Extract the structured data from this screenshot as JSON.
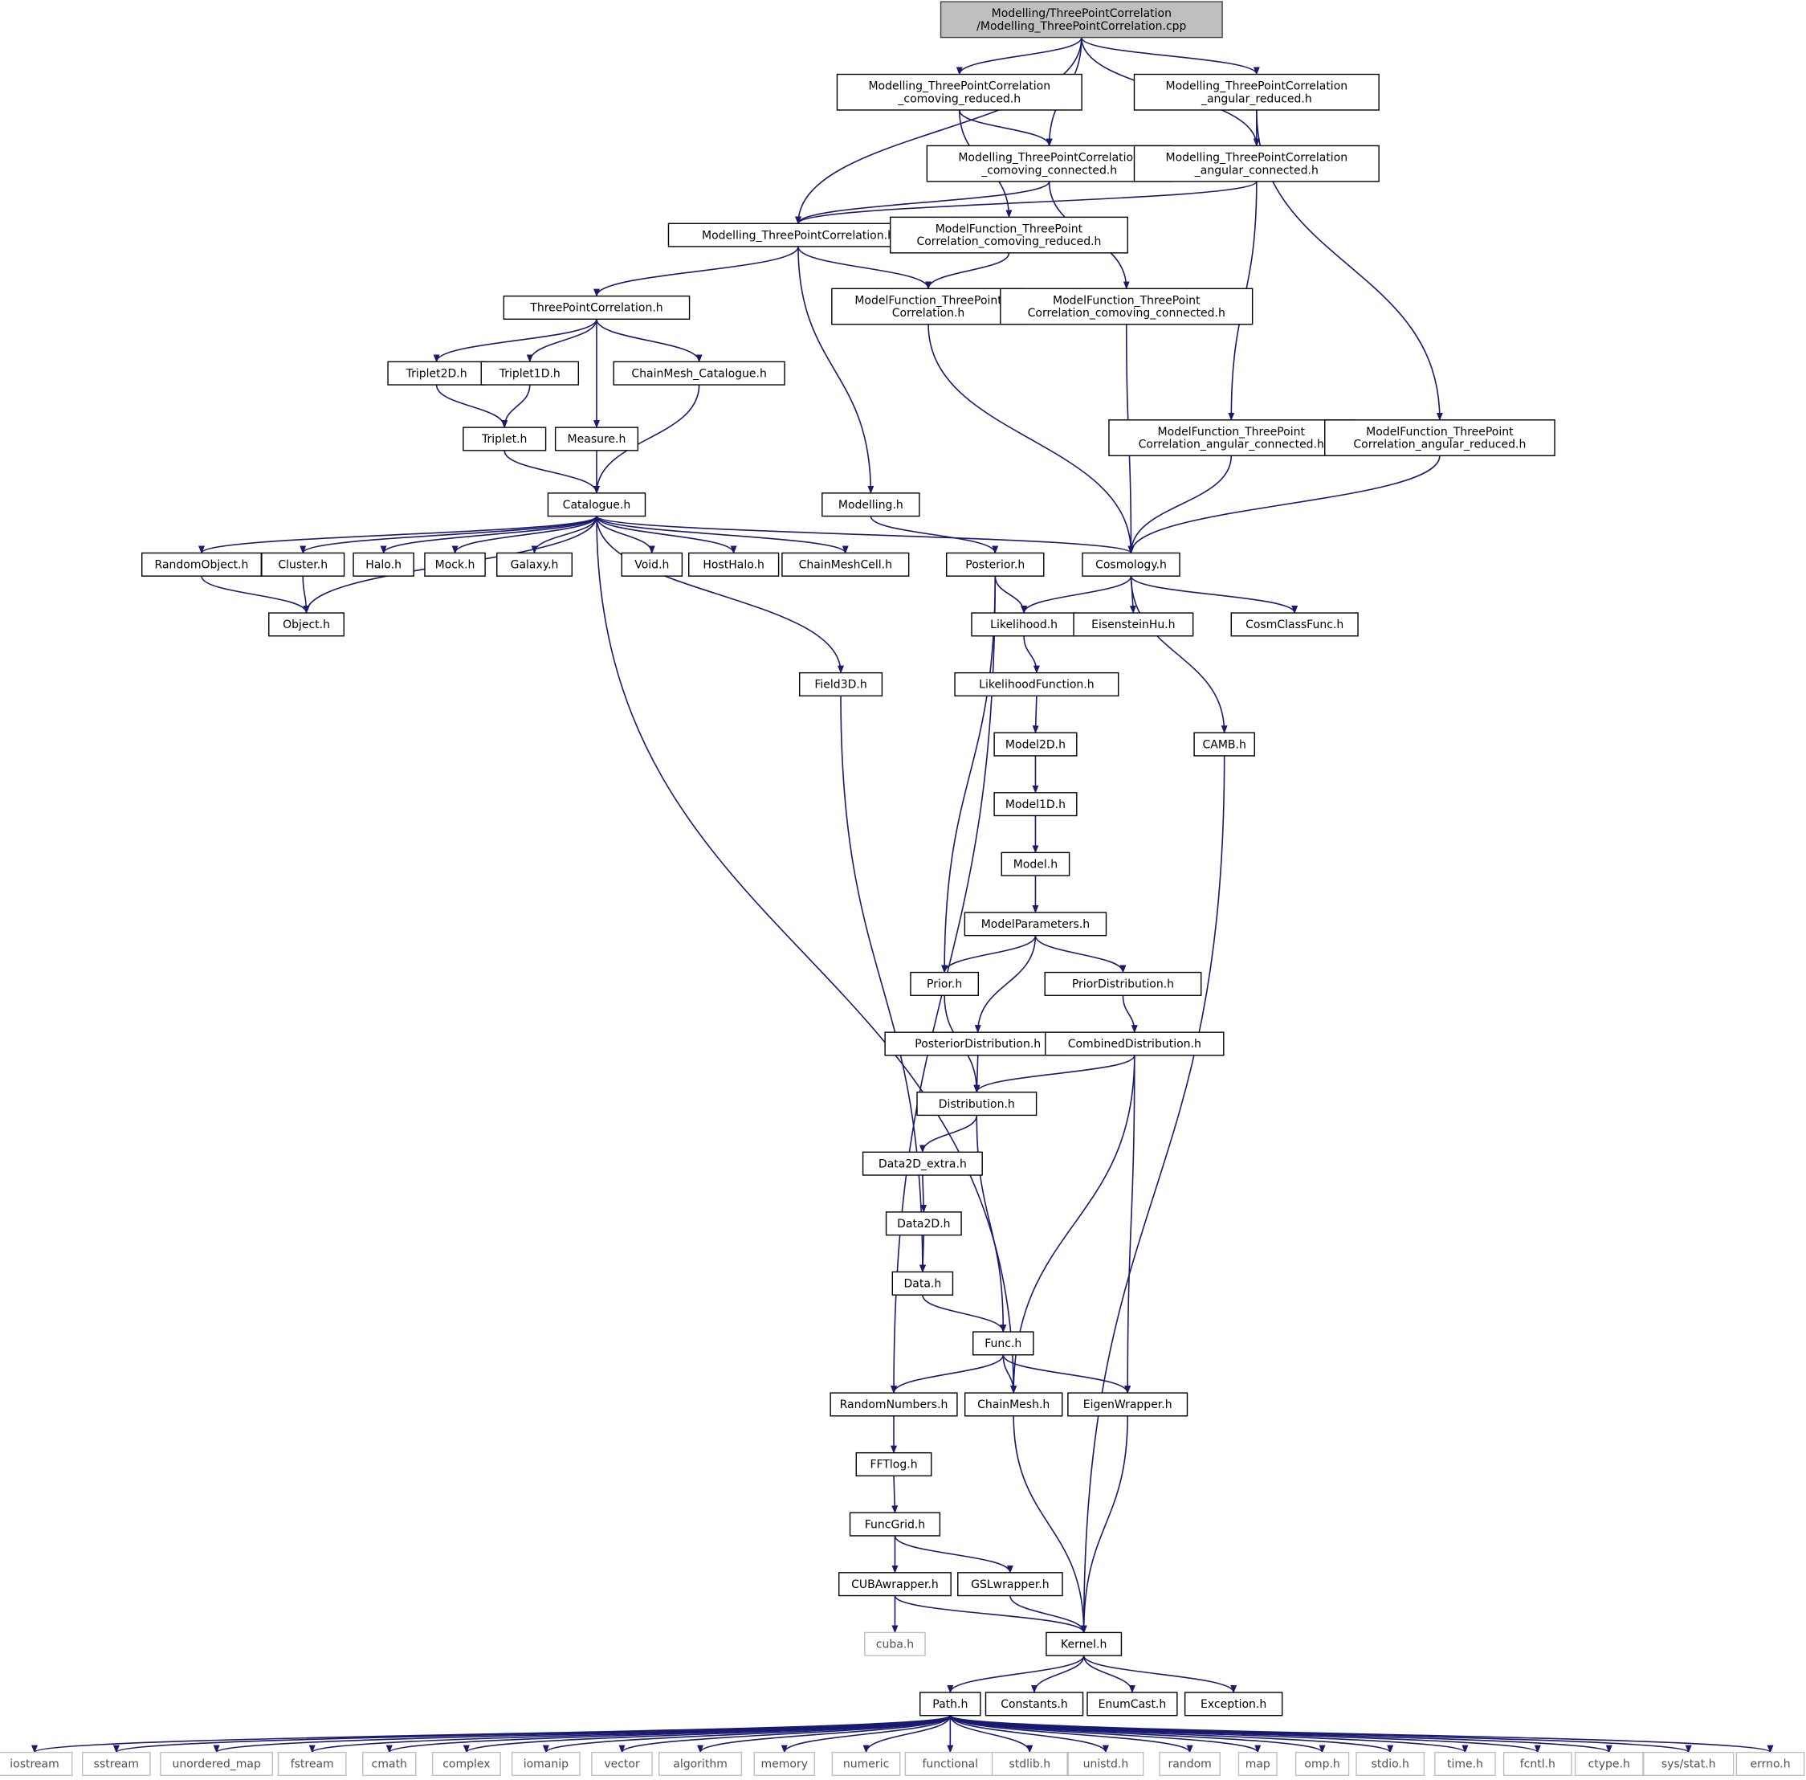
{
  "diagram": {
    "root": "root",
    "nodes": [
      {
        "id": "root",
        "lines": [
          "Modelling/ThreePointCorrelation",
          "/Modelling_ThreePointCorrelation.cpp"
        ]
      },
      {
        "id": "crh",
        "lines": [
          "Modelling_ThreePointCorrelation",
          "_comoving_reduced.h"
        ]
      },
      {
        "id": "arh",
        "lines": [
          "Modelling_ThreePointCorrelation",
          "_angular_reduced.h"
        ]
      },
      {
        "id": "cch",
        "lines": [
          "Modelling_ThreePointCorrelation",
          "_comoving_connected.h"
        ]
      },
      {
        "id": "ach",
        "lines": [
          "Modelling_ThreePointCorrelation",
          "_angular_connected.h"
        ]
      },
      {
        "id": "m3h",
        "lines": [
          "Modelling_ThreePointCorrelation.h"
        ]
      },
      {
        "id": "mfcr",
        "lines": [
          "ModelFunction_ThreePoint",
          "Correlation_comoving_reduced.h"
        ]
      },
      {
        "id": "mf",
        "lines": [
          "ModelFunction_ThreePoint",
          "Correlation.h"
        ]
      },
      {
        "id": "mfcc",
        "lines": [
          "ModelFunction_ThreePoint",
          "Correlation_comoving_connected.h"
        ]
      },
      {
        "id": "tpc",
        "lines": [
          "ThreePointCorrelation.h"
        ]
      },
      {
        "id": "t2d",
        "lines": [
          "Triplet2D.h"
        ]
      },
      {
        "id": "t1d",
        "lines": [
          "Triplet1D.h"
        ]
      },
      {
        "id": "cmc",
        "lines": [
          "ChainMesh_Catalogue.h"
        ]
      },
      {
        "id": "trip",
        "lines": [
          "Triplet.h"
        ]
      },
      {
        "id": "meas",
        "lines": [
          "Measure.h"
        ]
      },
      {
        "id": "mfac",
        "lines": [
          "ModelFunction_ThreePoint",
          "Correlation_angular_connected.h"
        ]
      },
      {
        "id": "mfar",
        "lines": [
          "ModelFunction_ThreePoint",
          "Correlation_angular_reduced.h"
        ]
      },
      {
        "id": "cat",
        "lines": [
          "Catalogue.h"
        ]
      },
      {
        "id": "modl",
        "lines": [
          "Modelling.h"
        ]
      },
      {
        "id": "ro",
        "lines": [
          "RandomObject.h"
        ]
      },
      {
        "id": "clu",
        "lines": [
          "Cluster.h"
        ]
      },
      {
        "id": "halo",
        "lines": [
          "Halo.h"
        ]
      },
      {
        "id": "mock",
        "lines": [
          "Mock.h"
        ]
      },
      {
        "id": "gal",
        "lines": [
          "Galaxy.h"
        ]
      },
      {
        "id": "void",
        "lines": [
          "Void.h"
        ]
      },
      {
        "id": "hh",
        "lines": [
          "HostHalo.h"
        ]
      },
      {
        "id": "cmcell",
        "lines": [
          "ChainMeshCell.h"
        ]
      },
      {
        "id": "post",
        "lines": [
          "Posterior.h"
        ]
      },
      {
        "id": "cosm",
        "lines": [
          "Cosmology.h"
        ]
      },
      {
        "id": "obj",
        "lines": [
          "Object.h"
        ]
      },
      {
        "id": "lik",
        "lines": [
          "Likelihood.h"
        ]
      },
      {
        "id": "eh",
        "lines": [
          "EisensteinHu.h"
        ]
      },
      {
        "id": "ccf",
        "lines": [
          "CosmClassFunc.h"
        ]
      },
      {
        "id": "f3d",
        "lines": [
          "Field3D.h"
        ]
      },
      {
        "id": "likf",
        "lines": [
          "LikelihoodFunction.h"
        ]
      },
      {
        "id": "m2d",
        "lines": [
          "Model2D.h"
        ]
      },
      {
        "id": "camb",
        "lines": [
          "CAMB.h"
        ]
      },
      {
        "id": "m1d",
        "lines": [
          "Model1D.h"
        ]
      },
      {
        "id": "model",
        "lines": [
          "Model.h"
        ]
      },
      {
        "id": "mpar",
        "lines": [
          "ModelParameters.h"
        ]
      },
      {
        "id": "prior",
        "lines": [
          "Prior.h"
        ]
      },
      {
        "id": "pdist",
        "lines": [
          "PriorDistribution.h"
        ]
      },
      {
        "id": "postd",
        "lines": [
          "PosteriorDistribution.h"
        ]
      },
      {
        "id": "comb",
        "lines": [
          "CombinedDistribution.h"
        ]
      },
      {
        "id": "dist",
        "lines": [
          "Distribution.h"
        ]
      },
      {
        "id": "d2dx",
        "lines": [
          "Data2D_extra.h"
        ]
      },
      {
        "id": "d2d",
        "lines": [
          "Data2D.h"
        ]
      },
      {
        "id": "data",
        "lines": [
          "Data.h"
        ]
      },
      {
        "id": "func",
        "lines": [
          "Func.h"
        ]
      },
      {
        "id": "rn",
        "lines": [
          "RandomNumbers.h"
        ]
      },
      {
        "id": "cm",
        "lines": [
          "ChainMesh.h"
        ]
      },
      {
        "id": "eig",
        "lines": [
          "EigenWrapper.h"
        ]
      },
      {
        "id": "fft",
        "lines": [
          "FFTlog.h"
        ]
      },
      {
        "id": "fg",
        "lines": [
          "FuncGrid.h"
        ]
      },
      {
        "id": "cuba",
        "lines": [
          "CUBAwrapper.h"
        ]
      },
      {
        "id": "gsl",
        "lines": [
          "GSLwrapper.h"
        ]
      },
      {
        "id": "cubah",
        "lines": [
          "cuba.h"
        ],
        "external": true
      },
      {
        "id": "kern",
        "lines": [
          "Kernel.h"
        ]
      },
      {
        "id": "path",
        "lines": [
          "Path.h"
        ]
      },
      {
        "id": "const",
        "lines": [
          "Constants.h"
        ]
      },
      {
        "id": "ec",
        "lines": [
          "EnumCast.h"
        ]
      },
      {
        "id": "exc",
        "lines": [
          "Exception.h"
        ]
      },
      {
        "id": "iostream",
        "lines": [
          "iostream"
        ],
        "external": true
      },
      {
        "id": "sstream",
        "lines": [
          "sstream"
        ],
        "external": true
      },
      {
        "id": "umap",
        "lines": [
          "unordered_map"
        ],
        "external": true
      },
      {
        "id": "fstream",
        "lines": [
          "fstream"
        ],
        "external": true
      },
      {
        "id": "cmath",
        "lines": [
          "cmath"
        ],
        "external": true
      },
      {
        "id": "complex",
        "lines": [
          "complex"
        ],
        "external": true
      },
      {
        "id": "iomanip",
        "lines": [
          "iomanip"
        ],
        "external": true
      },
      {
        "id": "vector",
        "lines": [
          "vector"
        ],
        "external": true
      },
      {
        "id": "algorithm",
        "lines": [
          "algorithm"
        ],
        "external": true
      },
      {
        "id": "memory",
        "lines": [
          "memory"
        ],
        "external": true
      },
      {
        "id": "numeric",
        "lines": [
          "numeric"
        ],
        "external": true
      },
      {
        "id": "functional",
        "lines": [
          "functional"
        ],
        "external": true
      },
      {
        "id": "stdlib",
        "lines": [
          "stdlib.h"
        ],
        "external": true
      },
      {
        "id": "unistd",
        "lines": [
          "unistd.h"
        ],
        "external": true
      },
      {
        "id": "random",
        "lines": [
          "random"
        ],
        "external": true
      },
      {
        "id": "map",
        "lines": [
          "map"
        ],
        "external": true
      },
      {
        "id": "omp",
        "lines": [
          "omp.h"
        ],
        "external": true
      },
      {
        "id": "stdio",
        "lines": [
          "stdio.h"
        ],
        "external": true
      },
      {
        "id": "time",
        "lines": [
          "time.h"
        ],
        "external": true
      },
      {
        "id": "fcntl",
        "lines": [
          "fcntl.h"
        ],
        "external": true
      },
      {
        "id": "ctype",
        "lines": [
          "ctype.h"
        ],
        "external": true
      },
      {
        "id": "sysstat",
        "lines": [
          "sys/stat.h"
        ],
        "external": true
      },
      {
        "id": "errno",
        "lines": [
          "errno.h"
        ],
        "external": true
      }
    ],
    "edges": [
      [
        "root",
        "crh"
      ],
      [
        "root",
        "arh"
      ],
      [
        "root",
        "cch"
      ],
      [
        "root",
        "ach"
      ],
      [
        "root",
        "m3h"
      ],
      [
        "crh",
        "cch"
      ],
      [
        "crh",
        "mfcr"
      ],
      [
        "arh",
        "ach"
      ],
      [
        "arh",
        "mfar"
      ],
      [
        "cch",
        "m3h"
      ],
      [
        "cch",
        "mfcc"
      ],
      [
        "ach",
        "m3h"
      ],
      [
        "ach",
        "mfac"
      ],
      [
        "m3h",
        "tpc"
      ],
      [
        "m3h",
        "mf"
      ],
      [
        "m3h",
        "modl"
      ],
      [
        "mfcr",
        "mf"
      ],
      [
        "mf",
        "cosm"
      ],
      [
        "mfcc",
        "cosm"
      ],
      [
        "mfac",
        "cosm"
      ],
      [
        "mfar",
        "cosm"
      ],
      [
        "tpc",
        "t2d"
      ],
      [
        "tpc",
        "t1d"
      ],
      [
        "tpc",
        "cmc"
      ],
      [
        "tpc",
        "meas"
      ],
      [
        "t2d",
        "trip"
      ],
      [
        "t1d",
        "trip"
      ],
      [
        "trip",
        "cat"
      ],
      [
        "meas",
        "cat"
      ],
      [
        "cmc",
        "cat"
      ],
      [
        "cat",
        "ro"
      ],
      [
        "cat",
        "clu"
      ],
      [
        "cat",
        "halo"
      ],
      [
        "cat",
        "mock"
      ],
      [
        "cat",
        "gal"
      ],
      [
        "cat",
        "void"
      ],
      [
        "cat",
        "hh"
      ],
      [
        "cat",
        "cmcell"
      ],
      [
        "cat",
        "cosm"
      ],
      [
        "cat",
        "obj"
      ],
      [
        "cat",
        "f3d"
      ],
      [
        "cat",
        "cm"
      ],
      [
        "ro",
        "obj"
      ],
      [
        "clu",
        "obj"
      ],
      [
        "modl",
        "post"
      ],
      [
        "post",
        "lik"
      ],
      [
        "post",
        "prior"
      ],
      [
        "post",
        "rn"
      ],
      [
        "cosm",
        "lik"
      ],
      [
        "cosm",
        "eh"
      ],
      [
        "cosm",
        "ccf"
      ],
      [
        "cosm",
        "camb"
      ],
      [
        "lik",
        "likf"
      ],
      [
        "likf",
        "m2d"
      ],
      [
        "m2d",
        "m1d"
      ],
      [
        "m1d",
        "model"
      ],
      [
        "model",
        "mpar"
      ],
      [
        "mpar",
        "prior"
      ],
      [
        "mpar",
        "pdist"
      ],
      [
        "mpar",
        "postd"
      ],
      [
        "pdist",
        "comb"
      ],
      [
        "prior",
        "dist"
      ],
      [
        "postd",
        "dist"
      ],
      [
        "comb",
        "dist"
      ],
      [
        "comb",
        "cm"
      ],
      [
        "comb",
        "eig"
      ],
      [
        "dist",
        "d2dx"
      ],
      [
        "dist",
        "func"
      ],
      [
        "d2dx",
        "d2d"
      ],
      [
        "d2d",
        "data"
      ],
      [
        "f3d",
        "data"
      ],
      [
        "data",
        "func"
      ],
      [
        "func",
        "rn"
      ],
      [
        "func",
        "cm"
      ],
      [
        "func",
        "eig"
      ],
      [
        "rn",
        "fft"
      ],
      [
        "fft",
        "fg"
      ],
      [
        "fg",
        "cuba"
      ],
      [
        "fg",
        "gsl"
      ],
      [
        "cuba",
        "cubah"
      ],
      [
        "cuba",
        "kern"
      ],
      [
        "gsl",
        "kern"
      ],
      [
        "cm",
        "kern"
      ],
      [
        "eig",
        "kern"
      ],
      [
        "camb",
        "kern"
      ],
      [
        "kern",
        "path"
      ],
      [
        "kern",
        "const"
      ],
      [
        "kern",
        "ec"
      ],
      [
        "kern",
        "exc"
      ],
      [
        "path",
        "iostream"
      ],
      [
        "path",
        "sstream"
      ],
      [
        "path",
        "umap"
      ],
      [
        "path",
        "fstream"
      ],
      [
        "path",
        "cmath"
      ],
      [
        "path",
        "complex"
      ],
      [
        "path",
        "iomanip"
      ],
      [
        "path",
        "vector"
      ],
      [
        "path",
        "algorithm"
      ],
      [
        "path",
        "memory"
      ],
      [
        "path",
        "numeric"
      ],
      [
        "path",
        "functional"
      ],
      [
        "path",
        "stdlib"
      ],
      [
        "path",
        "unistd"
      ],
      [
        "path",
        "random"
      ],
      [
        "path",
        "map"
      ],
      [
        "path",
        "omp"
      ],
      [
        "path",
        "stdio"
      ],
      [
        "path",
        "time"
      ],
      [
        "path",
        "fcntl"
      ],
      [
        "path",
        "ctype"
      ],
      [
        "path",
        "sysstat"
      ],
      [
        "path",
        "errno"
      ]
    ]
  },
  "colors": {
    "edge": "#191970",
    "node_border": "#000000",
    "external_border": "#bfbfbf",
    "root_fill": "#bfbfbf",
    "background": "#ffffff"
  }
}
